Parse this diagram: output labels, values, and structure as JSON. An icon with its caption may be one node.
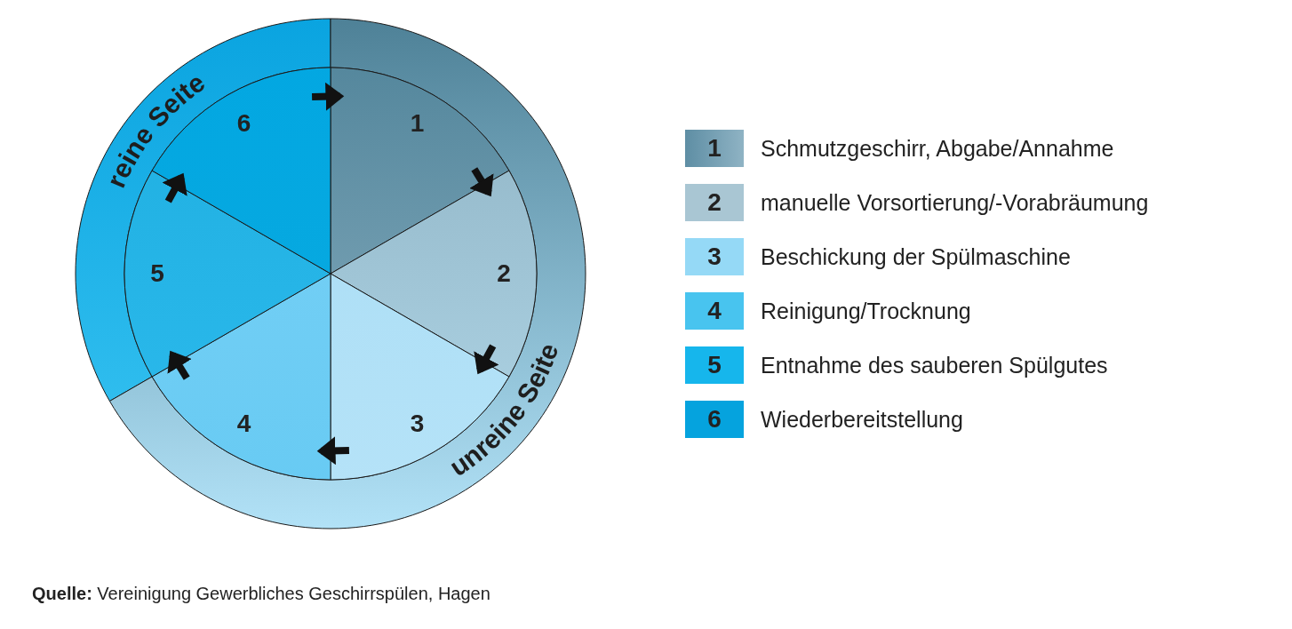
{
  "diagram": {
    "caption": "**Quelle:** Vereinigung Gewerbliches Geschirrspülen, Hagen",
    "nodes": [
      {
        "text": [
          "reine Seite"
        ]
      },
      {
        "text": [
          "unreine Seite"
        ]
      },
      {
        "text": [
          "1"
        ]
      },
      {
        "text": [
          "2"
        ]
      },
      {
        "text": [
          "3"
        ]
      },
      {
        "text": [
          "4"
        ]
      },
      {
        "text": [
          "5"
        ]
      },
      {
        "text": [
          "6"
        ]
      }
    ],
    "edges": [
      {
        "from": 7,
        "to": 2,
        "arrow": "to"
      },
      {
        "from": 2,
        "to": 3,
        "arrow": "to"
      },
      {
        "from": 3,
        "to": 4,
        "arrow": "to"
      },
      {
        "from": 4,
        "to": 5,
        "arrow": "to"
      },
      {
        "from": 5,
        "to": 6,
        "arrow": "to"
      },
      {
        "from": 6,
        "to": 7,
        "arrow": "to"
      }
    ],
    "labels": [
      "1",
      "2",
      "3",
      "4",
      "5",
      "6"
    ],
    "legend": [
      {
        "text": "Schmutzgeschirr, Abgabe/Annahme",
        "color": "#5e8ea4"
      },
      {
        "text": "manuelle Vorsortierung/-Vorabräumung",
        "color": "#a9c6d3"
      },
      {
        "text": "Beschickung der Spülmaschine",
        "color": "#95d9f6"
      },
      {
        "text": "Reinigung/Trocknung",
        "color": "#48c4ef"
      },
      {
        "text": "Entnahme des sauberen Spülgutes",
        "color": "#16b6ec"
      },
      {
        "text": "Wiederbereitstellung",
        "color": "#05a3de"
      }
    ]
  }
}
